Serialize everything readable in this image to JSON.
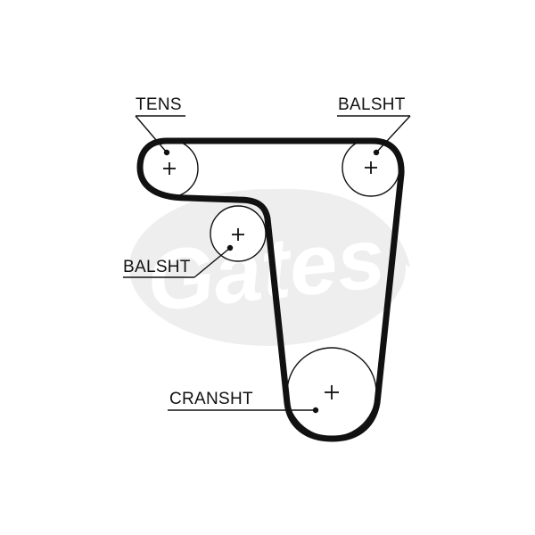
{
  "watermark": {
    "brand": "Gates"
  },
  "pulleys": {
    "tensioner": {
      "label": "TENS"
    },
    "balance_shaft_top": {
      "label": "BALSHT"
    },
    "balance_shaft_mid": {
      "label": "BALSHT"
    },
    "crankshaft": {
      "label": "CRANSHT"
    }
  },
  "colors": {
    "belt": "#111111",
    "watermark": "#eeeeee",
    "background": "#ffffff"
  }
}
